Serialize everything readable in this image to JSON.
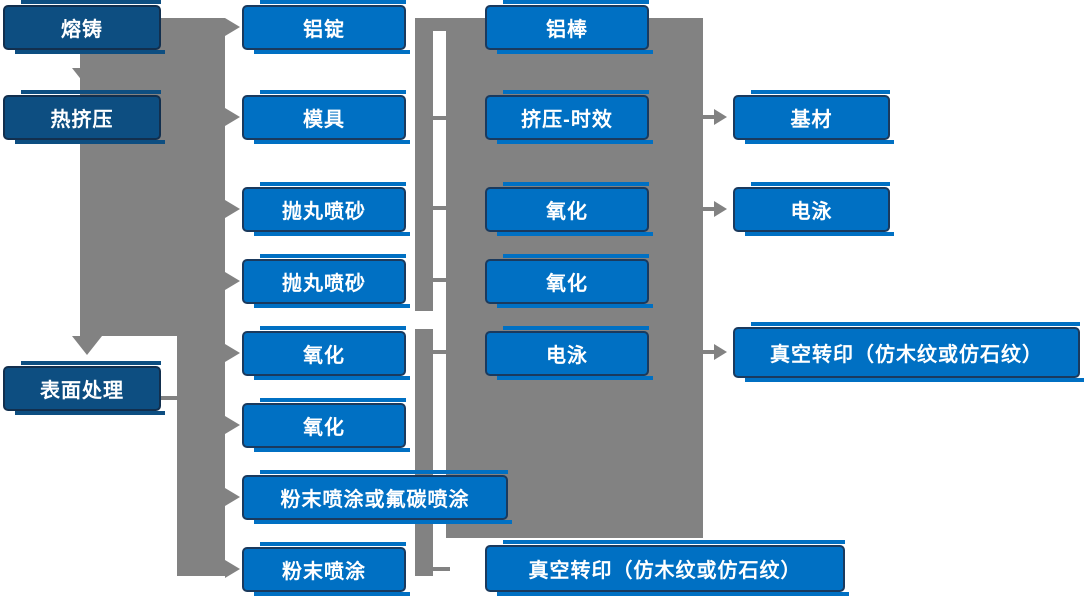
{
  "diagram": {
    "background": "#ffffff",
    "colors": {
      "process_box": "#0070c3",
      "stage_box": "#0d4e81",
      "box_border": "#1a3a5e",
      "connector_gray": "#828282",
      "box_text": "#ffffff"
    },
    "nodes": {
      "melting": {
        "label": "熔铸"
      },
      "hot_extrusion": {
        "label": "热挤压"
      },
      "surface_treatment": {
        "label": "表面处理"
      },
      "aluminum_ingot": {
        "label": "铝锭"
      },
      "mold": {
        "label": "模具"
      },
      "shot_blast_1": {
        "label": "抛丸喷砂"
      },
      "shot_blast_2": {
        "label": "抛丸喷砂"
      },
      "oxidation_1": {
        "label": "氧化"
      },
      "oxidation_2": {
        "label": "氧化"
      },
      "powder_or_fluorocarbon": {
        "label": "粉末喷涂或氟碳喷涂"
      },
      "powder_coating": {
        "label": "粉末喷涂"
      },
      "aluminum_rod": {
        "label": "铝棒"
      },
      "extrusion_aging": {
        "label": "挤压-时效"
      },
      "oxidation_3": {
        "label": "氧化"
      },
      "oxidation_4": {
        "label": "氧化"
      },
      "electrophoresis_1": {
        "label": "电泳"
      },
      "vacuum_transfer_1": {
        "label": "真空转印（仿木纹或仿石纹）"
      },
      "base_material": {
        "label": "基材"
      },
      "electrophoresis_2": {
        "label": "电泳"
      },
      "vacuum_transfer_2": {
        "label": "真空转印（仿木纹或仿石纹）"
      }
    }
  }
}
